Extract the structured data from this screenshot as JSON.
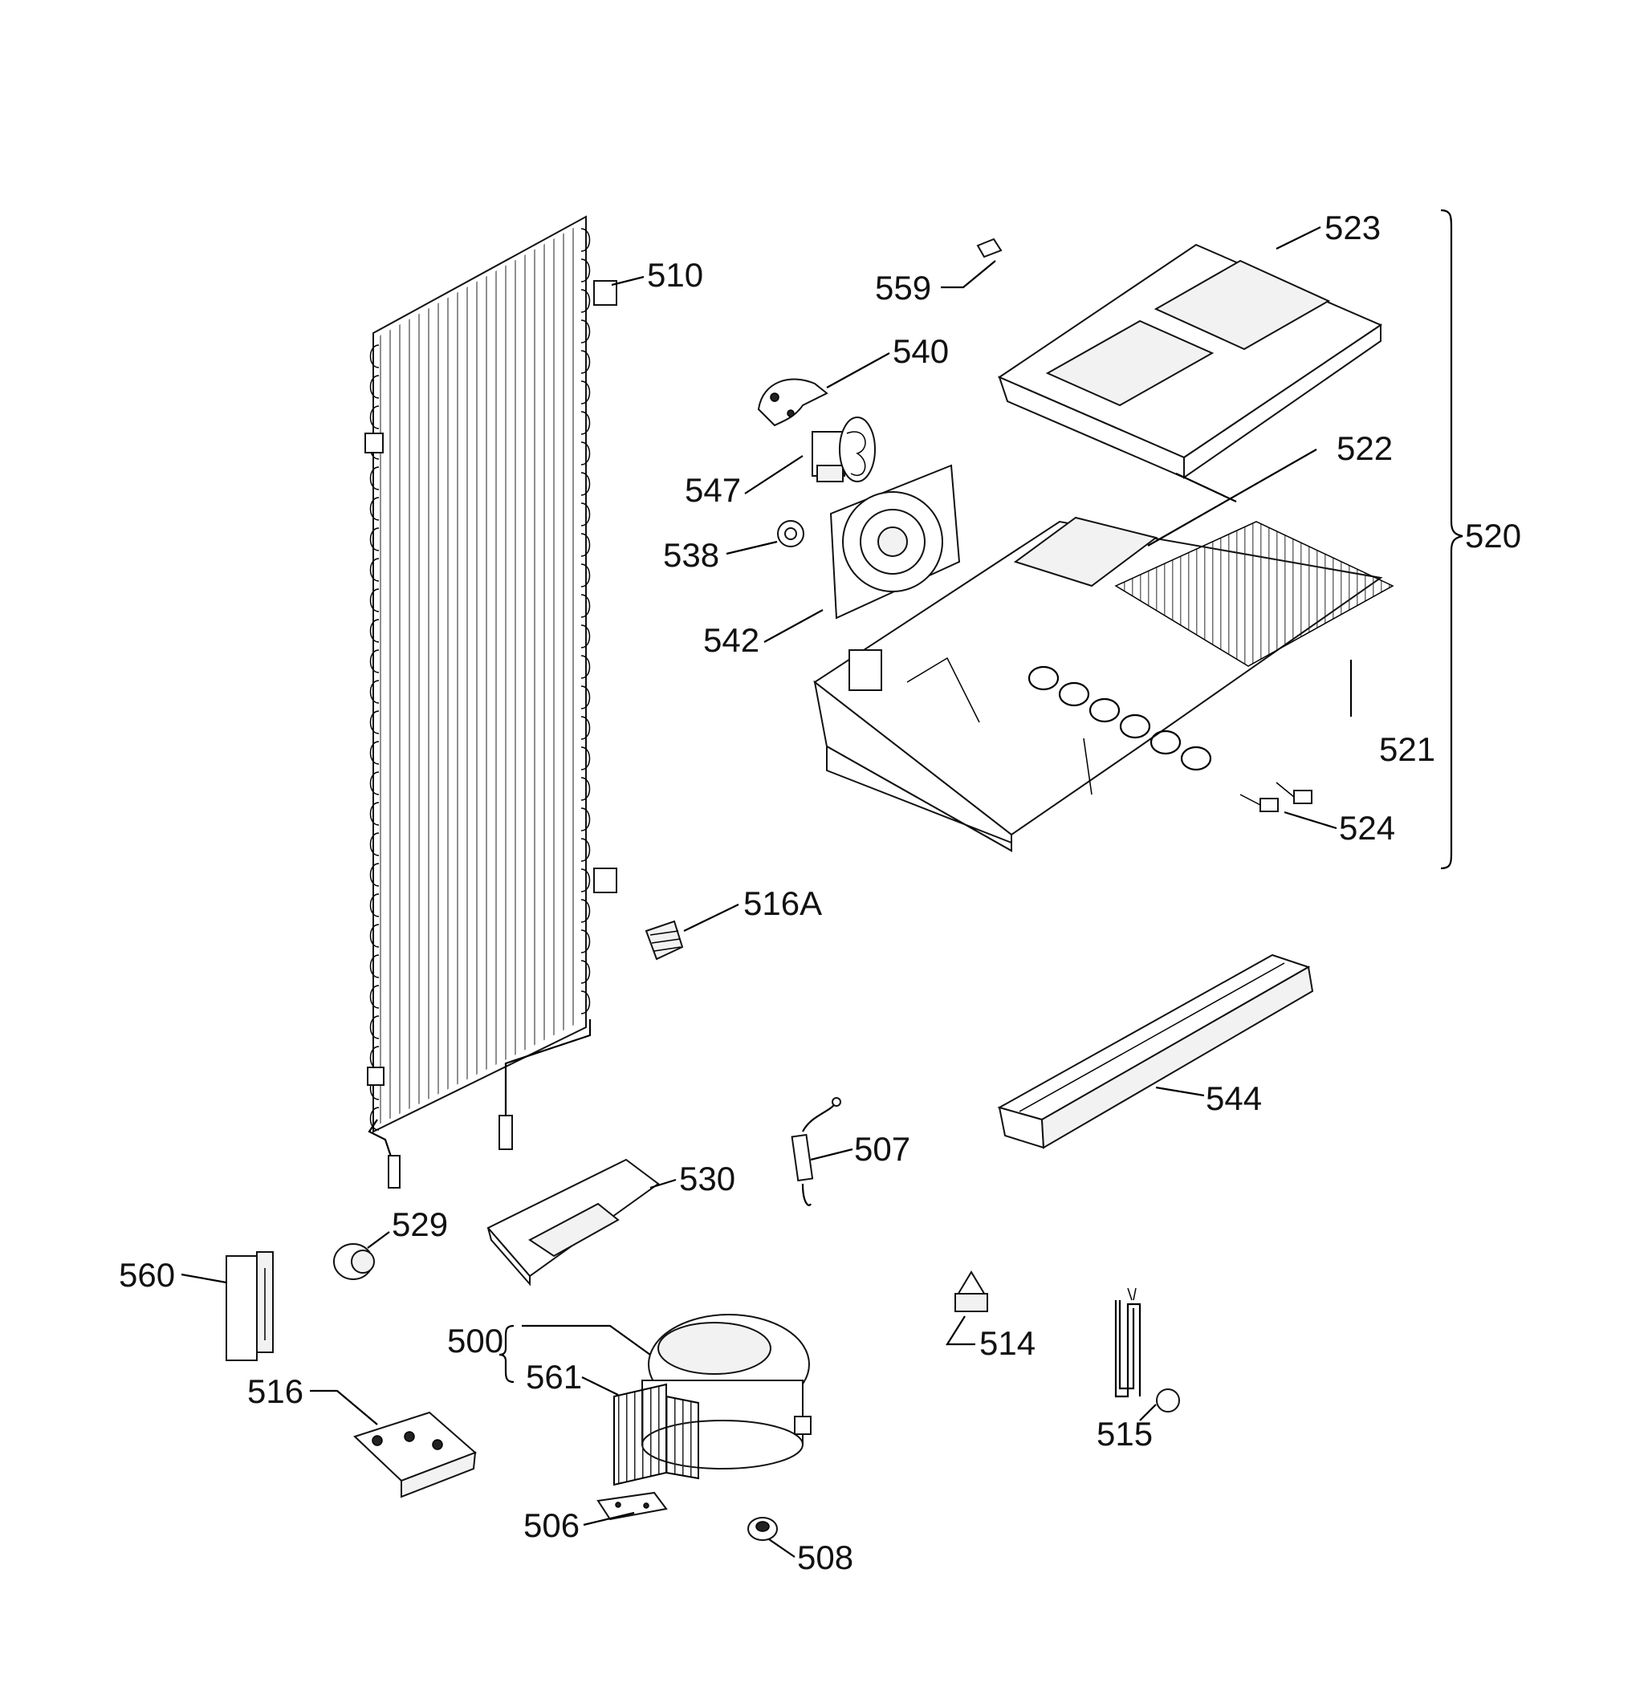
{
  "labels": {
    "l523": "523",
    "l510": "510",
    "l559": "559",
    "l540": "540",
    "l522": "522",
    "l520": "520",
    "l547": "547",
    "l538": "538",
    "l542": "542",
    "l521": "521",
    "l524": "524",
    "l516A": "516A",
    "l544": "544",
    "l507": "507",
    "l530": "530",
    "l529": "529",
    "l560": "560",
    "l500": "500",
    "l561": "561",
    "l514": "514",
    "l516": "516",
    "l515": "515",
    "l506": "506",
    "l508": "508"
  }
}
